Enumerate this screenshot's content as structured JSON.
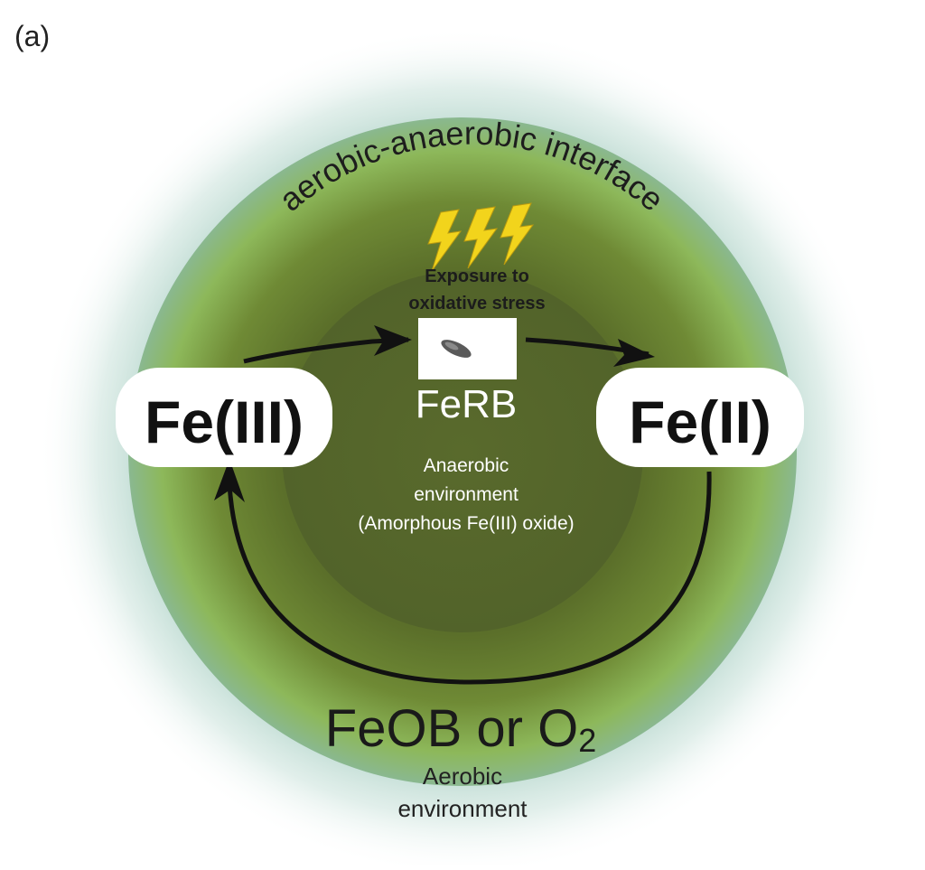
{
  "panel_label": "(a)",
  "ring_label": "aerobic-anaerobic interface",
  "stress_label_line1": "Exposure to",
  "stress_label_line2": "oxidative stress",
  "ferb_label": "FeRB",
  "fe3_label": "Fe(III)",
  "fe2_label": "Fe(II)",
  "anaerobic_line1": "Anaerobic",
  "anaerobic_line2": "environment",
  "anaerobic_line3": "(Amorphous Fe(III) oxide)",
  "feob_label": "FeOB or O",
  "feob_subscript": "2",
  "aerobic_line1": "Aerobic",
  "aerobic_line2": "environment",
  "icons": [
    "lightning-bolt-icon",
    "bacterium-icon"
  ],
  "colors": {
    "outer_ring": "#8fbc8a",
    "middle_ring": "#5f7d2e",
    "inner_core": "#56662a",
    "lightning": "#f2d41c",
    "arrow": "#111111"
  }
}
